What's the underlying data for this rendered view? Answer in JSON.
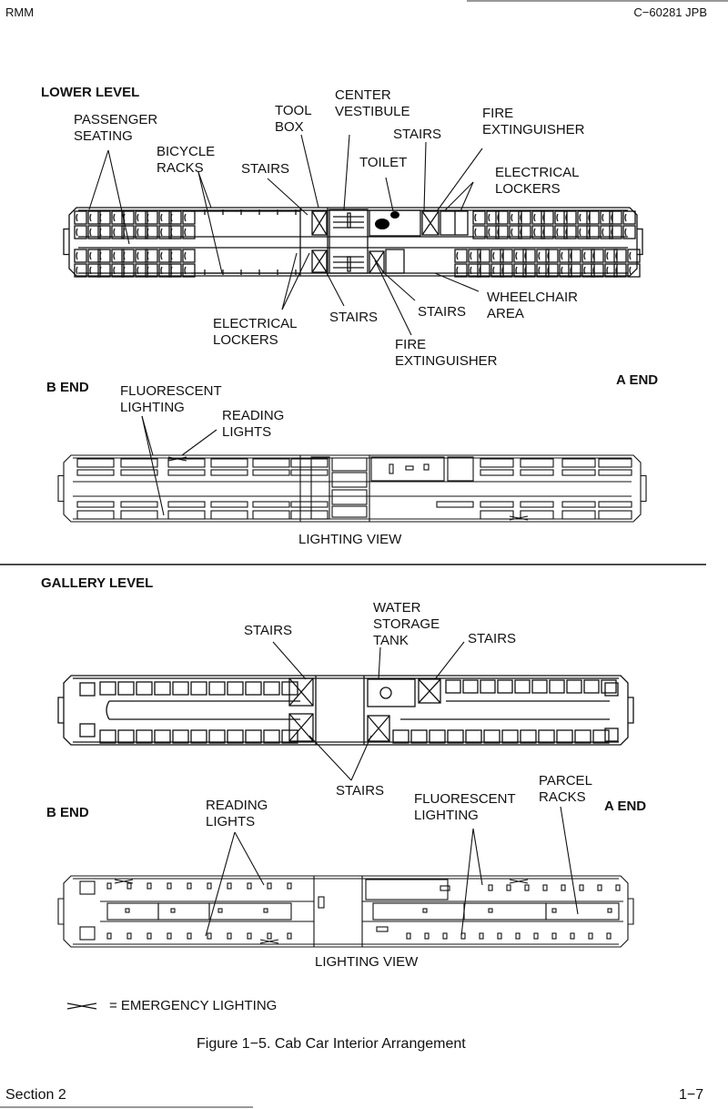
{
  "header": {
    "left": "RMM",
    "right": "C−60281 JPB"
  },
  "lower_level": {
    "title": "LOWER LEVEL",
    "labels": {
      "passenger_seating": [
        "PASSENGER",
        "SEATING"
      ],
      "bicycle_racks": [
        "BICYCLE",
        "RACKS"
      ],
      "stairs_top_left": "STAIRS",
      "tool_box": [
        "TOOL",
        "BOX"
      ],
      "center_vestibule": [
        "CENTER",
        "VESTIBULE"
      ],
      "stairs_top_right": "STAIRS",
      "toilet": "TOILET",
      "fire_extinguisher_top": [
        "FIRE",
        "EXTINGUISHER"
      ],
      "electrical_lockers_top": [
        "ELECTRICAL",
        "LOCKERS"
      ],
      "electrical_lockers_bottom": [
        "ELECTRICAL",
        "LOCKERS"
      ],
      "stairs_bottom_left": "STAIRS",
      "stairs_bottom_right": "STAIRS",
      "fire_extinguisher_bottom": [
        "FIRE",
        "EXTINGUISHER"
      ],
      "wheelchair_area": [
        "WHEELCHAIR",
        "AREA"
      ]
    },
    "b_end": "B END",
    "a_end": "A END",
    "lighting": {
      "fluorescent_lighting": [
        "FLUORESCENT",
        "LIGHTING"
      ],
      "reading_lights": [
        "READING",
        "LIGHTS"
      ],
      "caption": "LIGHTING VIEW"
    }
  },
  "gallery_level": {
    "title": "GALLERY LEVEL",
    "labels": {
      "stairs_left": "STAIRS",
      "water_storage_tank": [
        "WATER",
        "STORAGE",
        "TANK"
      ],
      "stairs_right": "STAIRS",
      "stairs_bottom": "STAIRS"
    },
    "b_end": "B END",
    "a_end": "A END",
    "lighting": {
      "reading_lights": [
        "READING",
        "LIGHTS"
      ],
      "fluorescent_lighting": [
        "FLUORESCENT",
        "LIGHTING"
      ],
      "parcel_racks": [
        "PARCEL",
        "RACKS"
      ],
      "caption": "LIGHTING VIEW"
    }
  },
  "legend": {
    "symbol": "emergency-lighting-symbol",
    "text": "= EMERGENCY LIGHTING"
  },
  "figure_caption": "Figure 1−5.  Cab Car Interior Arrangement",
  "footer": {
    "left": "Section 2",
    "right": "1−7"
  }
}
